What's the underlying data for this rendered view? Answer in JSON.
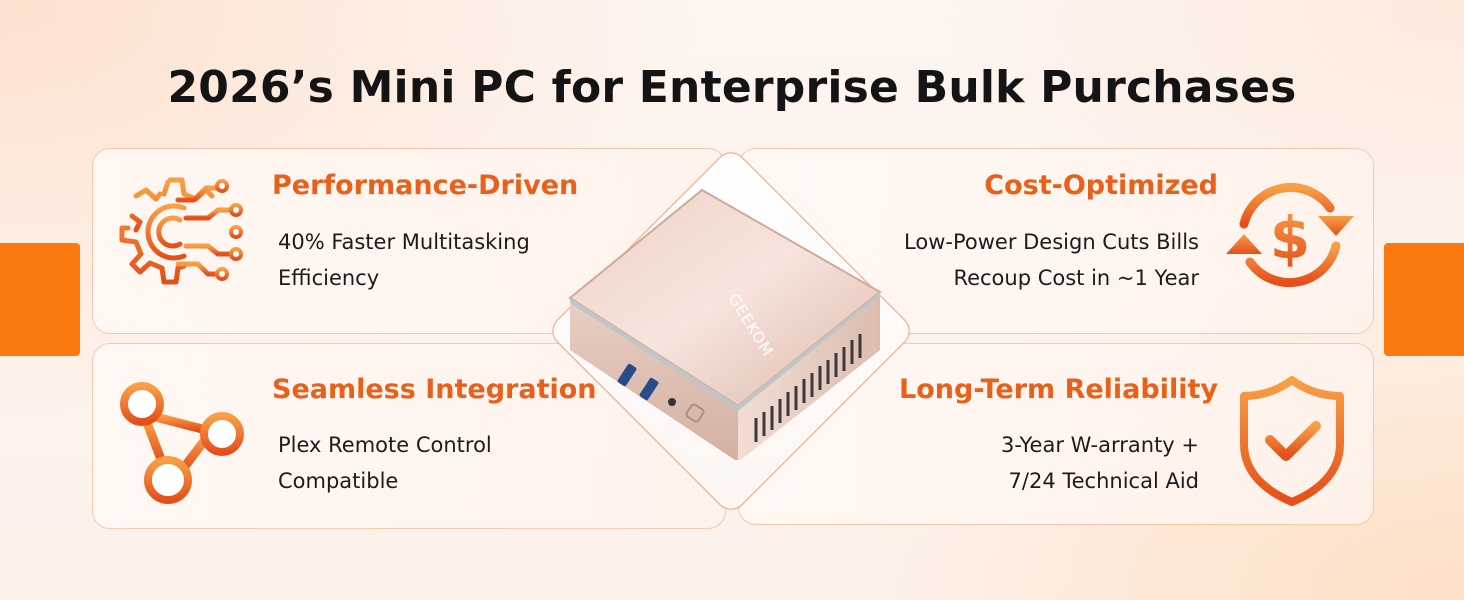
{
  "title": "2026’s Mini PC for Enterprise Bulk Purchases",
  "brand_color": "#fb7a0f",
  "accent_color": "#e8601a",
  "features": [
    {
      "heading": "Performance-Driven",
      "lines": [
        "40% Faster Multitasking",
        "Efficiency"
      ],
      "icon": "gear-circuit-icon"
    },
    {
      "heading": "Cost-Optimized",
      "lines": [
        "Low-Power Design Cuts Bills",
        "Recoup Cost in ~1 Year"
      ],
      "icon": "dollar-cycle-icon"
    },
    {
      "heading": "Seamless Integration",
      "lines": [
        "Plex Remote Control",
        "Compatible"
      ],
      "icon": "network-nodes-icon"
    },
    {
      "heading": "Long-Term Reliability",
      "lines": [
        "3-Year W-arranty +",
        "7/24 Technical Aid"
      ],
      "icon": "shield-check-icon"
    }
  ],
  "product": {
    "brand_label": "GEEKOM",
    "image": "mini-pc-image"
  }
}
